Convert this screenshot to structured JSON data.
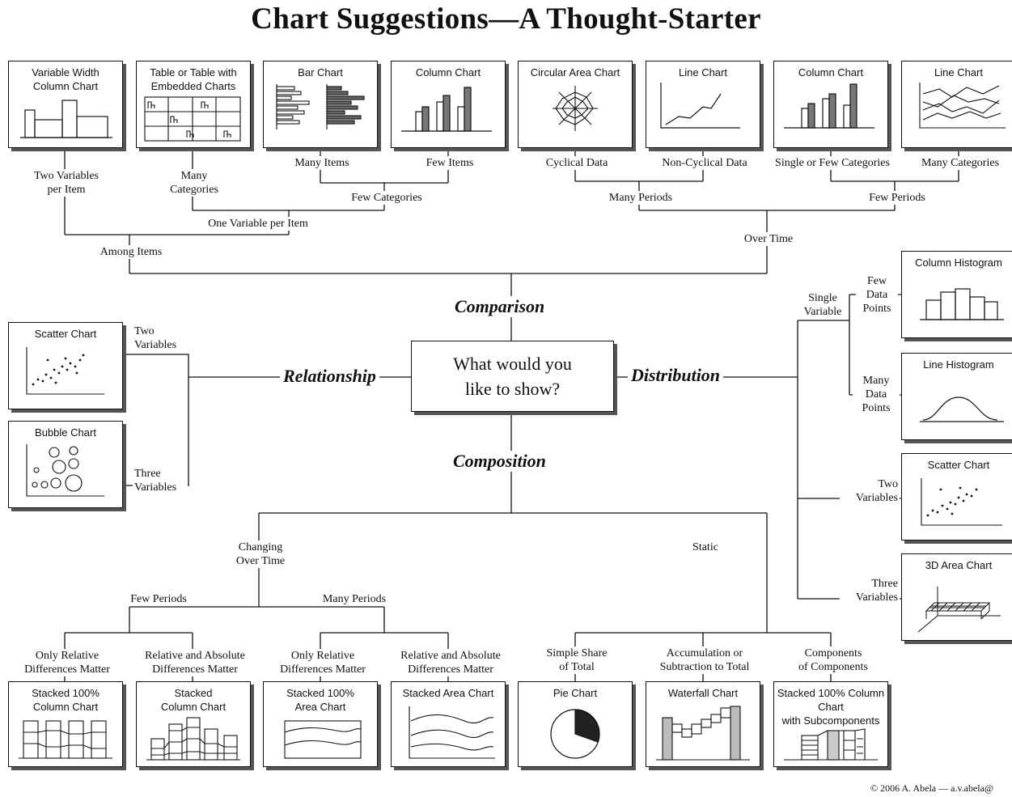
{
  "title": "Chart Suggestions—A Thought-Starter",
  "center_question": "What would you\nlike to show?",
  "categories": {
    "comparison": "Comparison",
    "relationship": "Relationship",
    "distribution": "Distribution",
    "composition": "Composition"
  },
  "charts": {
    "variable_width": "Variable Width\nColumn Chart",
    "table_embedded": "Table or Table with\nEmbedded Charts",
    "bar": "Bar Chart",
    "column_few_items": "Column Chart",
    "circular_area": "Circular Area Chart",
    "line_noncyclical": "Line Chart",
    "column_over_time": "Column Chart",
    "line_many_categories": "Line Chart",
    "scatter": "Scatter Chart",
    "bubble": "Bubble Chart",
    "column_histogram": "Column Histogram",
    "line_histogram": "Line Histogram",
    "scatter_distribution": "Scatter Chart",
    "area_3d": "3D Area Chart",
    "stacked_100_column": "Stacked 100%\nColumn Chart",
    "stacked_column": "Stacked\nColumn Chart",
    "stacked_100_area": "Stacked 100%\nArea Chart",
    "stacked_area": "Stacked Area Chart",
    "pie": "Pie Chart",
    "waterfall": "Waterfall Chart",
    "stacked_100_subcomponents": "Stacked 100% Column Chart\nwith Subcomponents"
  },
  "labels": {
    "two_vars_per_item": "Two Variables\nper Item",
    "many_categories_left": "Many\nCategories",
    "many_items": "Many Items",
    "few_items": "Few Items",
    "few_categories": "Few Categories",
    "one_var_per_item": "One Variable per Item",
    "among_items": "Among Items",
    "cyclical_data": "Cyclical Data",
    "non_cyclical_data": "Non-Cyclical Data",
    "single_or_few_categories": "Single or Few Categories",
    "many_categories_right": "Many Categories",
    "many_periods_top": "Many Periods",
    "few_periods_top": "Few Periods",
    "over_time": "Over Time",
    "rel_two_variables": "Two\nVariables",
    "rel_three_variables": "Three\nVariables",
    "single_variable": "Single\nVariable",
    "few_data_points": "Few\nData\nPoints",
    "many_data_points": "Many\nData\nPoints",
    "dist_two_variables": "Two\nVariables",
    "dist_three_variables": "Three\nVariables",
    "changing_over_time": "Changing\nOver Time",
    "static": "Static",
    "few_periods_bottom": "Few Periods",
    "many_periods_bottom": "Many Periods",
    "only_relative_1": "Only Relative\nDifferences Matter",
    "rel_and_abs_1": "Relative and Absolute\nDifferences Matter",
    "only_relative_2": "Only Relative\nDifferences Matter",
    "rel_and_abs_2": "Relative and Absolute\nDifferences Matter",
    "simple_share": "Simple Share\nof Total",
    "accumulation": "Accumulation or\nSubtraction to Total",
    "components": "Components\nof Components"
  },
  "copyright": "© 2006  A. Abela — a.v.abela@"
}
